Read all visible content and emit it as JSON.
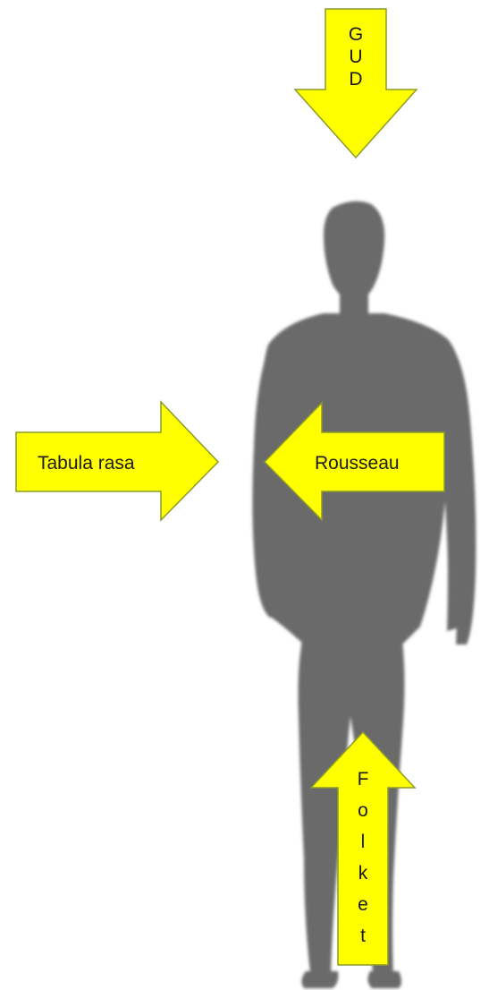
{
  "arrows": {
    "gud": {
      "letters": [
        "G",
        "U",
        "D"
      ]
    },
    "tabula_rasa": {
      "label": "Tabula rasa"
    },
    "rousseau": {
      "label": "Rousseau"
    },
    "folket": {
      "letters": [
        "F",
        "o",
        "l",
        "k",
        "e",
        "t"
      ]
    }
  },
  "colors": {
    "arrow_fill": "#ffff00",
    "arrow_outline": "#8c9a2a",
    "silhouette": "#6a6a6a",
    "background": "#ffffff"
  }
}
